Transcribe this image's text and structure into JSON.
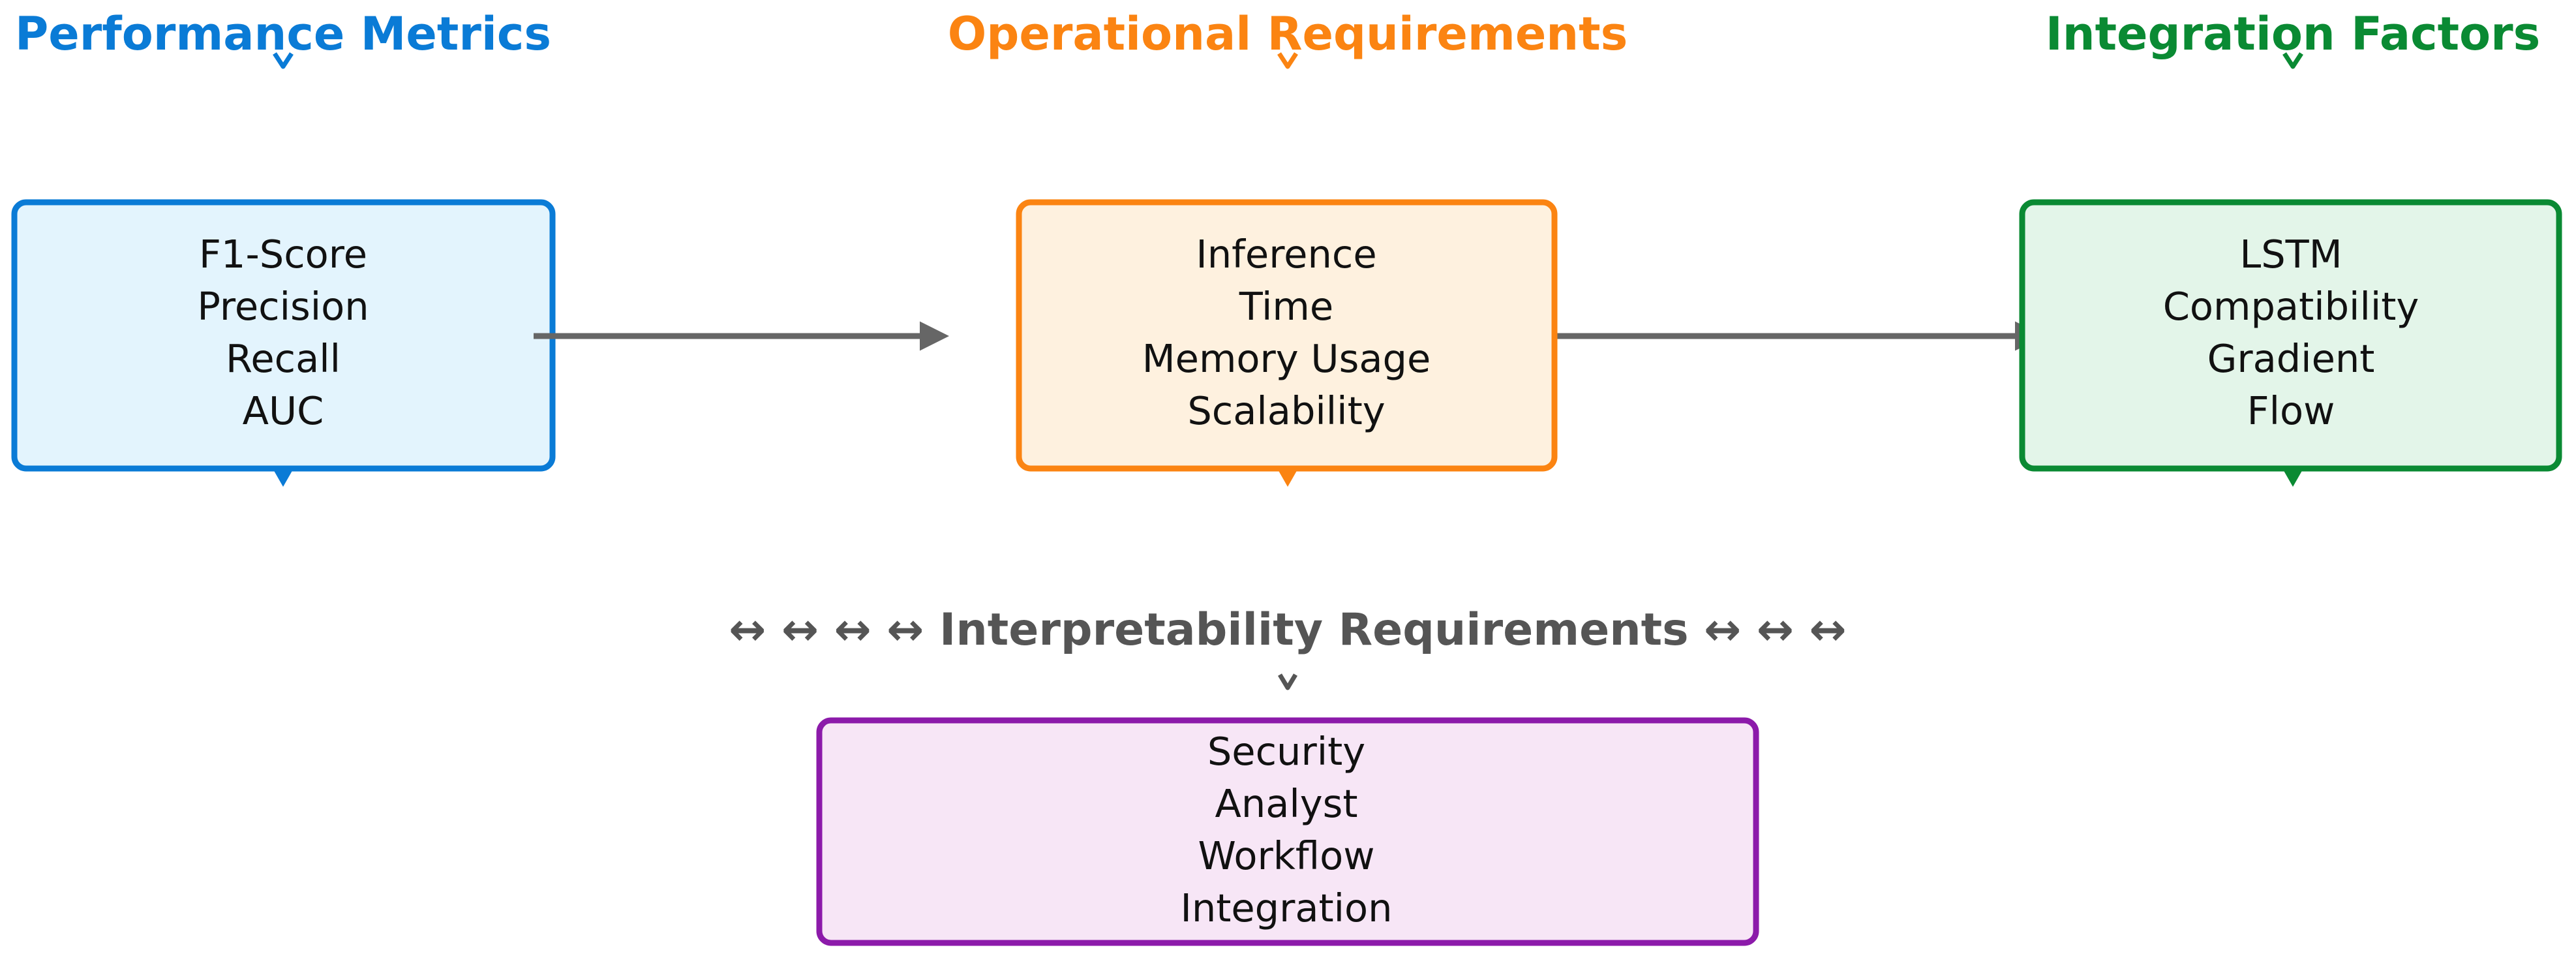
{
  "colors": {
    "performance": "#0a7bd6",
    "operational": "#fb8412",
    "integration": "#0a8a33",
    "interpretability": "#8c1aaa",
    "connector": "#666666",
    "heading_gray": "#555555"
  },
  "columns": [
    {
      "heading": "Performance Metrics",
      "lines": [
        "F1-Score",
        "Precision",
        "Recall",
        "AUC"
      ]
    },
    {
      "heading": "Operational Requirements",
      "lines": [
        "Inference",
        "Time",
        "Memory Usage",
        "Scalability"
      ]
    },
    {
      "heading": "Integration Factors",
      "lines": [
        "LSTM",
        "Compatibility",
        "Gradient",
        "Flow"
      ]
    }
  ],
  "interpretability": {
    "heading": "↔ ↔ ↔ ↔ Interpretability Requirements ↔ ↔ ↔",
    "lines": [
      "Security",
      "Analyst",
      "Workflow",
      "Integration"
    ]
  }
}
